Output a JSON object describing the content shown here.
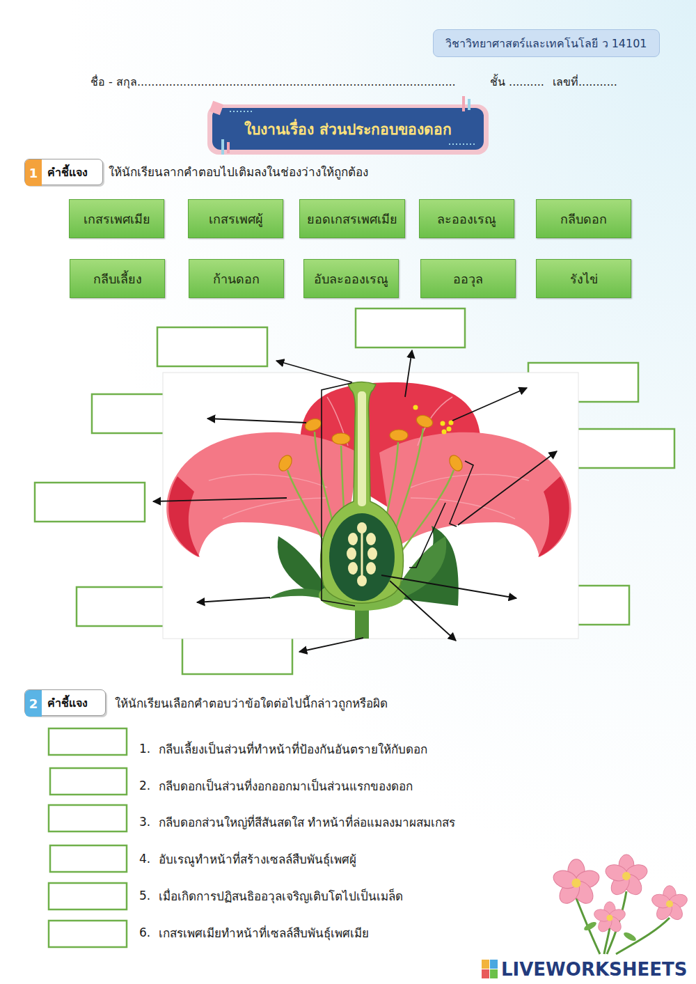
{
  "diagram": {
    "title": "ใบงานเรื่อง ส่วนประกอบของดอก",
    "nodes": [
      {
        "text": [
          "วิชาวิทยาศาสตร์และเทคโนโลยี ว 14101"
        ]
      },
      {
        "text": [
          "คำชี้แจง"
        ]
      },
      {
        "text": [
          "1"
        ],
        "in": 1
      },
      {
        "text": [
          "เกสรเพศเมีย"
        ]
      },
      {
        "text": [
          "เกสรเพศผู้"
        ]
      },
      {
        "text": [
          "ยอดเกสรเพศเมีย"
        ]
      },
      {
        "text": [
          "ละอองเรณู"
        ]
      },
      {
        "text": [
          "กลีบดอก"
        ]
      },
      {
        "text": [
          "กลีบเลี้ยง"
        ]
      },
      {
        "text": [
          "ก้านดอก"
        ]
      },
      {
        "text": [
          "อับละอองเรณู"
        ]
      },
      {
        "text": [
          "ออวุล"
        ]
      },
      {
        "text": [
          "รังไข่"
        ]
      },
      {
        "text": [
          "คำชี้แจง"
        ]
      },
      {
        "text": [
          "2"
        ],
        "in": 13
      }
    ],
    "labels": [
      "ชื่อ - สกุล..........................................................................................",
      "ชั้น ..........",
      "เลขที่...........",
      "ให้นักเรียนลากคำตอบไปเติมลงในช่องว่างให้ถูกต้อง",
      "ให้นักเรียนเลือกคำตอบว่าข้อใดต่อไปนี้กล่าวถูกหรือผิด",
      "1.",
      "กลีบเลี้ยงเป็นส่วนที่ทำหน้าที่ป้องกันอันตรายให้กับดอก",
      "2.",
      "กลีบดอกเป็นส่วนที่งอกออกมาเป็นส่วนแรกของดอก",
      "3.",
      "กลีบดอกส่วนใหญ่ที่สีสันสดใส ทำหน้าที่ล่อแมลงมาผสมเกสร",
      "4.",
      "อับเรณูทำหน้าที่สร้างเซลล์สืบพันธุ์เพศผู้",
      "5.",
      "เมื่อเกิดการปฏิสนธิออวุลเจริญเติบโตไปเป็นเมล็ด",
      "6.",
      "เกสรเพศเมียทำหน้าที่เซลล์สืบพันธุ์เพศเมีย",
      "LIVEWORKSHEETS"
    ]
  }
}
